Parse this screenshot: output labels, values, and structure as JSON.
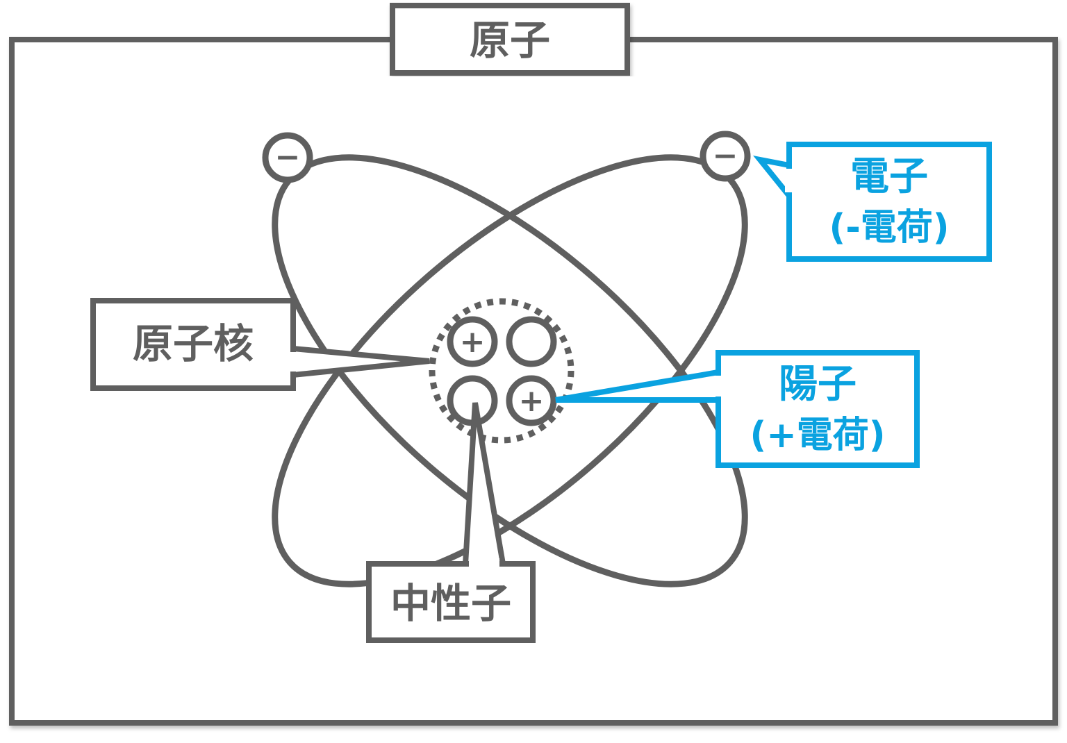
{
  "title": "原子",
  "labels": {
    "nucleus": "原子核",
    "neutron": "中性子",
    "electron": {
      "name": "電子",
      "charge": "(-電荷)"
    },
    "proton": {
      "name": "陽子",
      "charge": "(+電荷)"
    }
  },
  "symbols": {
    "electron_sign": "−",
    "proton_sign": "+"
  },
  "colors": {
    "outline": "#5f5f5f",
    "accent": "#0aa2e0",
    "background": "#ffffff"
  }
}
